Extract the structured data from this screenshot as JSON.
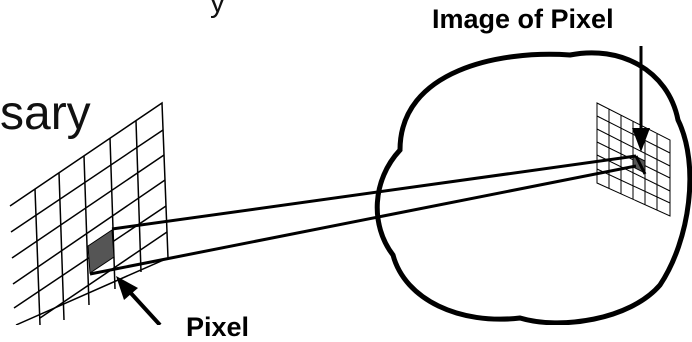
{
  "diagram": {
    "slide_text_fragment": "sary",
    "top_text_fragment": "y",
    "image_label": "Image of Pixel",
    "pixel_label": "Pixel",
    "colors": {
      "ink": "#000000",
      "pixel_fill": "#555555",
      "background": "#ffffff"
    }
  }
}
